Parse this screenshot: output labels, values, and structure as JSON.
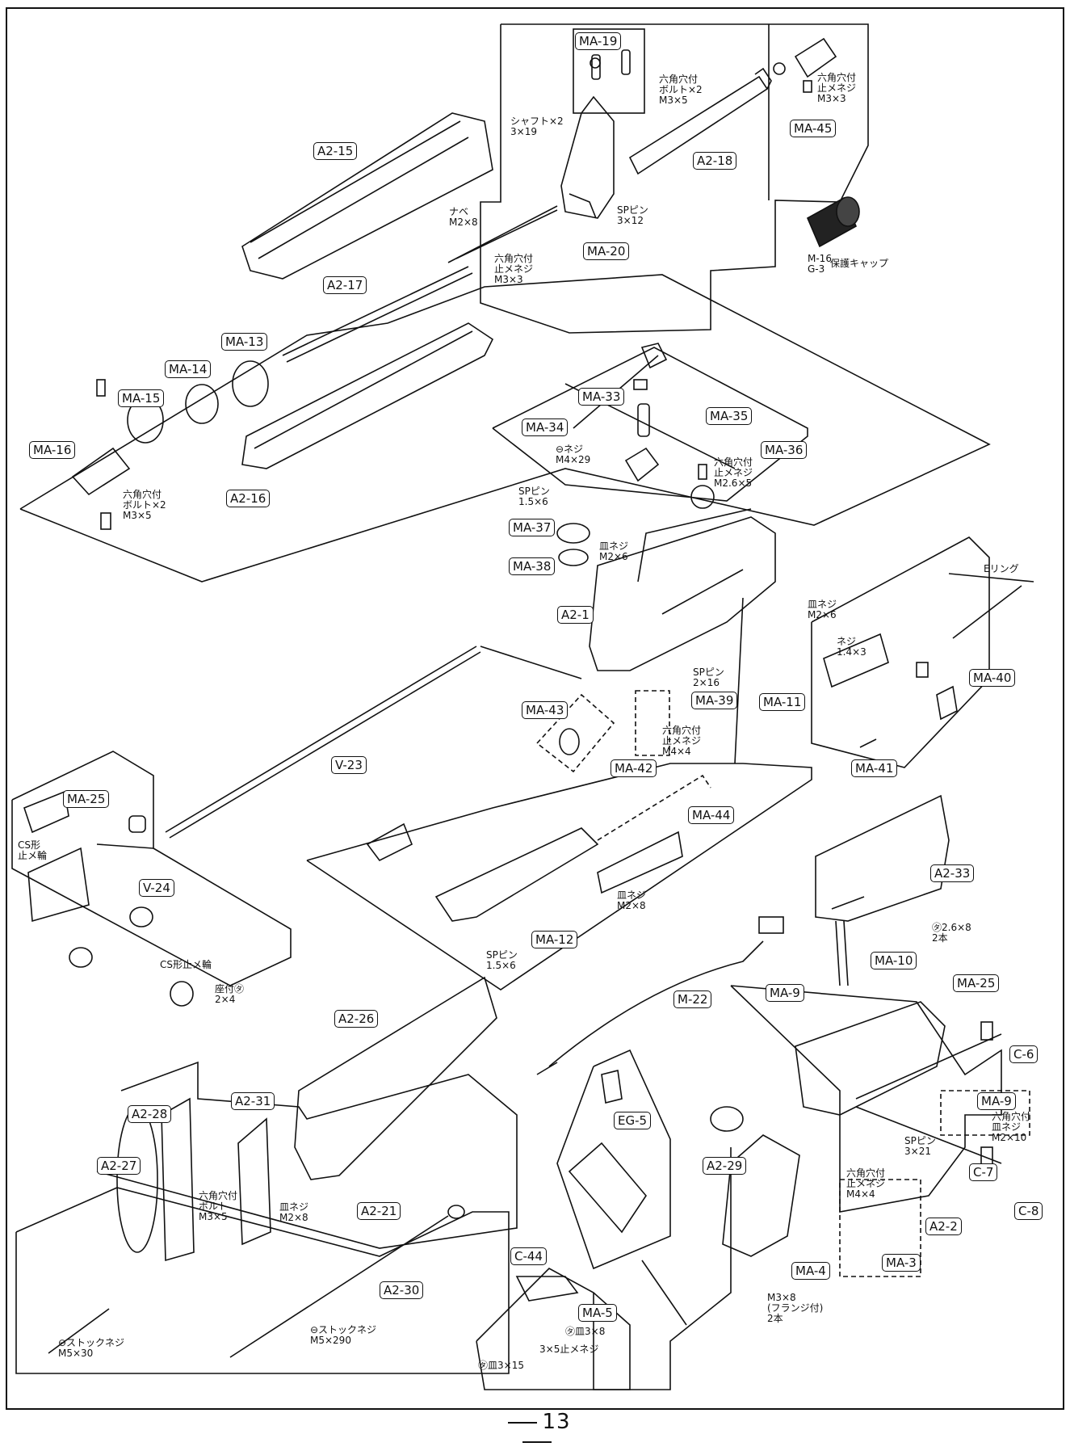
{
  "part_labels": {
    "ma19": "MA-19",
    "ma45": "MA-45",
    "a2_15": "A2-15",
    "a2_18": "A2-18",
    "ma20": "MA-20",
    "a2_17": "A2-17",
    "ma13": "MA-13",
    "ma14": "MA-14",
    "ma15": "MA-15",
    "ma16": "MA-16",
    "a2_16": "A2-16",
    "ma33": "MA-33",
    "ma34": "MA-34",
    "ma35": "MA-35",
    "ma36": "MA-36",
    "ma37": "MA-37",
    "ma38": "MA-38",
    "a2_1": "A2-1",
    "ma39": "MA-39",
    "ma11": "MA-11",
    "ma40": "MA-40",
    "ma41": "MA-41",
    "ma43": "MA-43",
    "ma42": "MA-42",
    "v23": "V-23",
    "ma25_left": "MA-25",
    "v24": "V-24",
    "ma44": "MA-44",
    "ma12": "MA-12",
    "a2_33": "A2-33",
    "ma10": "MA-10",
    "ma25_right": "MA-25",
    "ma9_top": "MA-9",
    "c6": "C-6",
    "ma9_right": "MA-9",
    "c7": "C-7",
    "c8": "C-8",
    "a2_2": "A2-2",
    "ma3": "MA-3",
    "a2_26": "A2-26",
    "m22": "M-22",
    "eg5": "EG-5",
    "a2_29": "A2-29",
    "ma4": "MA-4",
    "a2_28": "A2-28",
    "a2_31": "A2-31",
    "a2_27": "A2-27",
    "a2_21": "A2-21",
    "a2_30": "A2-30",
    "c44": "C-44",
    "ma5": "MA-5"
  },
  "notes": {
    "hex_bolt_x2_top": "六角穴付\nボルト×2\nM3×5",
    "hex_set_top_right": "六角穴付\n止メネジ\nM3×3",
    "shaft_x2": "シャフト×2\n3×19",
    "nabe": "ナベ\nM2×8",
    "sp_pin_3x12": "SPピン\n3×12",
    "hex_set_m3x3": "六角穴付\n止メネジ\nM3×3",
    "m16_cap_model": "M-16\nG-3",
    "m16_cap_name": "保護キャップ",
    "hex_bolt_x2_left": "六角穴付\nボルト×2\nM3×5",
    "minus_screw": "⊖ネジ\nM4×29",
    "hex_set_m26": "六角穴付\n止メネジ\nM2.6×5",
    "sp_pin_1_5x6_top": "SPピン\n1.5×6",
    "flat_screw_m2x6_a": "皿ネジ\nM2×6",
    "flat_screw_m2x6_b": "皿ネジ\nM2×6",
    "e_ring": "Eリング",
    "screw_1_4x3": "ネジ\n1.4×3",
    "sp_pin_2x16": "SPピン\n2×16",
    "hex_set_m4x4": "六角穴付\n止メネジ\nM4×4",
    "cs_ring_top": "CS形\n止メ輪",
    "cs_ring_bottom": "CS形止メ輪",
    "washer_2x4": "座付㋟\n2×4",
    "flat_screw_m2x8": "皿ネジ\nM2×8",
    "sp_pin_1_5x6_bottom": "SPピン\n1.5×6",
    "ta_2_6x8": "㋟2.6×8\n2本",
    "hex_flat_m2x10": "六角穴付\n皿ネジ\nM2×10",
    "sp_pin_3x21": "SPピン\n3×21",
    "hex_set_m4x4_lower": "六角穴付\n止メネジ\nM4×4",
    "hex_bolt_m3x5": "六角穴付\nボルト\nM3×5",
    "flat_screw_m2x8_stock": "皿ネジ\nM2×8",
    "m3x8_flange": "M3×8\n(フランジ付)\n2本",
    "ta_3x8": "㋟皿3×8",
    "set_3x5": "3×5止メネジ",
    "ta_3x15": "㋟皿3×15",
    "stock_screw_m5x30": "⊖ストックネジ\nM5×30",
    "stock_screw_m5x290": "⊖ストックネジ\nM5×290"
  },
  "page_number": "13"
}
